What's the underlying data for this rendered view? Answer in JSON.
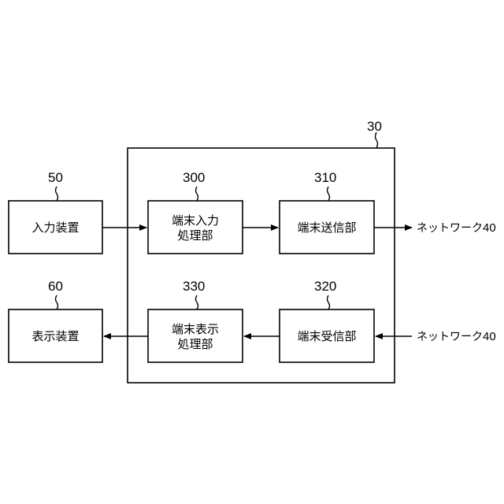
{
  "labels": {
    "outer_ref": "30",
    "input_device": {
      "ref": "50",
      "text": "入力装置"
    },
    "display_device": {
      "ref": "60",
      "text": "表示装置"
    },
    "terminal_input": {
      "ref": "300",
      "line1": "端末入力",
      "line2": "処理部"
    },
    "terminal_send": {
      "ref": "310",
      "text": "端末送信部"
    },
    "terminal_display": {
      "ref": "330",
      "line1": "端末表示",
      "line2": "処理部"
    },
    "terminal_receive": {
      "ref": "320",
      "text": "端末受信部"
    },
    "network_out": {
      "text": "ネットワーク",
      "ref": "40"
    },
    "network_in": {
      "text": "ネットワーク",
      "ref": "40"
    }
  }
}
